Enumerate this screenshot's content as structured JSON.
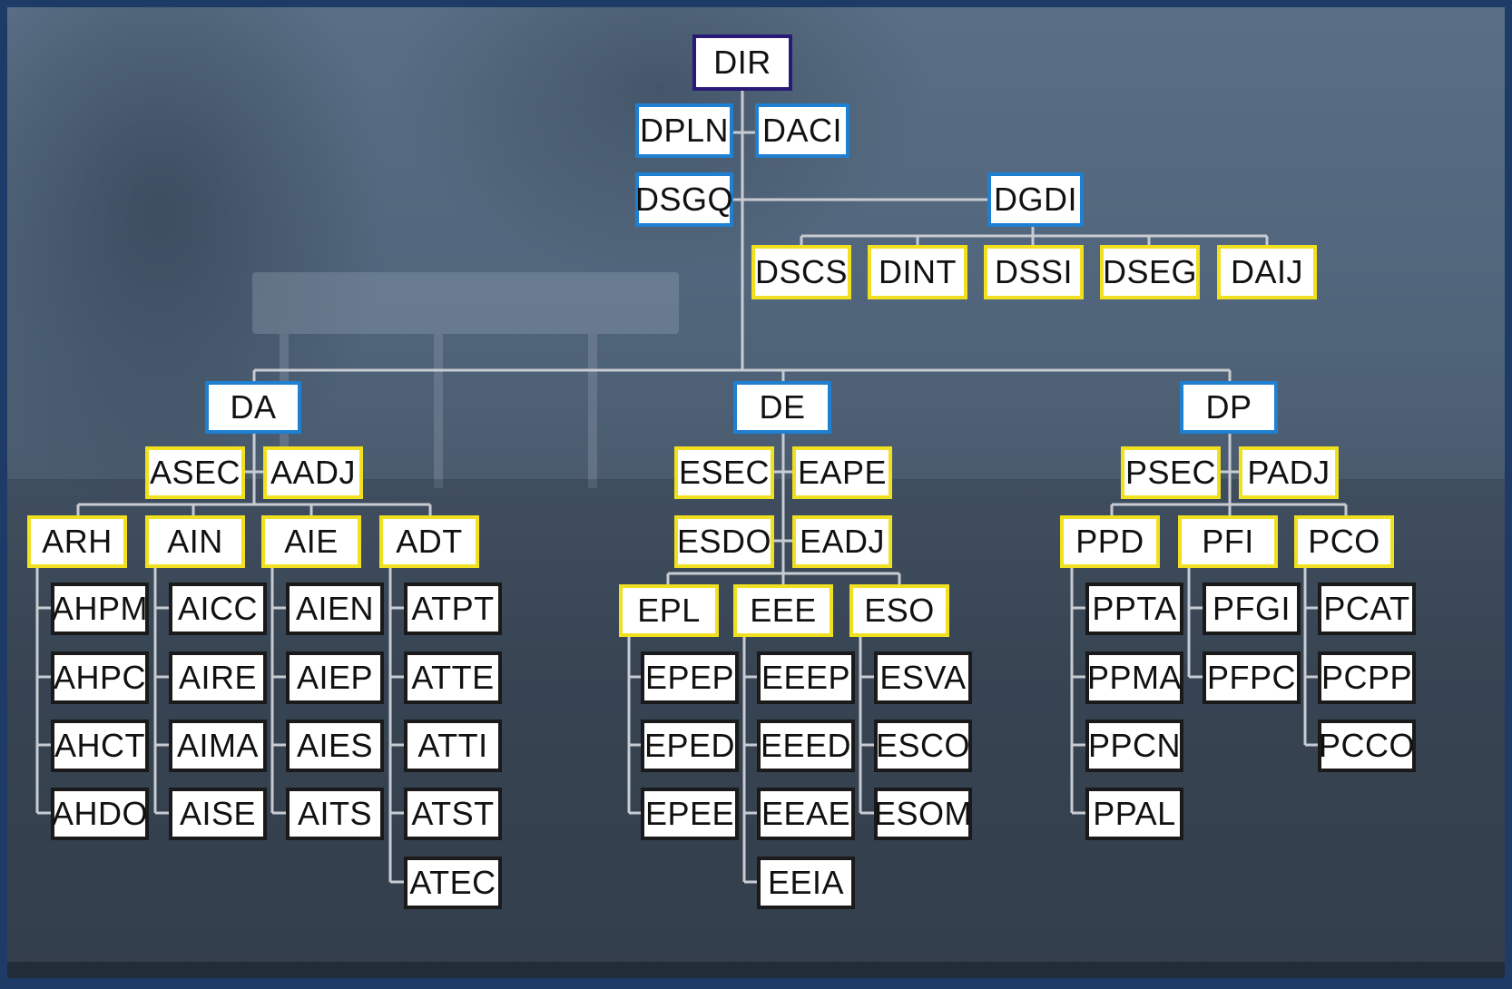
{
  "colors": {
    "line": "#c8ccd2",
    "director_border": "#2a1a78",
    "blue_border": "#1f7fd0",
    "yellow_border": "#f0e020",
    "black_border": "#1a1a1a"
  },
  "top": {
    "dir": "DIR",
    "dpln": "DPLN",
    "daci": "DACI",
    "dsgq": "DSGQ",
    "dgdi": "DGDI",
    "dgdi_children": [
      "DSCS",
      "DINT",
      "DSSI",
      "DSEG",
      "DAIJ"
    ]
  },
  "divisions": [
    {
      "name": "DA",
      "support": [
        "ASEC",
        "AADJ"
      ],
      "groups": [
        {
          "name": "ARH",
          "children": [
            "AHPM",
            "AHPC",
            "AHCT",
            "AHDO"
          ]
        },
        {
          "name": "AIN",
          "children": [
            "AICC",
            "AIRE",
            "AIMA",
            "AISE"
          ]
        },
        {
          "name": "AIE",
          "children": [
            "AIEN",
            "AIEP",
            "AIES",
            "AITS"
          ]
        },
        {
          "name": "ADT",
          "children": [
            "ATPT",
            "ATTE",
            "ATTI",
            "ATST",
            "ATEC"
          ]
        }
      ]
    },
    {
      "name": "DE",
      "support": [
        "ESEC",
        "EAPE",
        "ESDO",
        "EADJ"
      ],
      "groups": [
        {
          "name": "EPL",
          "children": [
            "EPEP",
            "EPED",
            "EPEE"
          ]
        },
        {
          "name": "EEE",
          "children": [
            "EEEP",
            "EEED",
            "EEAE",
            "EEIA"
          ]
        },
        {
          "name": "ESO",
          "children": [
            "ESVA",
            "ESCO",
            "ESOM"
          ]
        }
      ]
    },
    {
      "name": "DP",
      "support": [
        "PSEC",
        "PADJ"
      ],
      "groups": [
        {
          "name": "PPD",
          "children": [
            "PPTA",
            "PPMA",
            "PPCN",
            "PPAL"
          ]
        },
        {
          "name": "PFI",
          "children": [
            "PFGI",
            "PFPC"
          ]
        },
        {
          "name": "PCO",
          "children": [
            "PCAT",
            "PCPP",
            "PCCO"
          ]
        }
      ]
    }
  ]
}
